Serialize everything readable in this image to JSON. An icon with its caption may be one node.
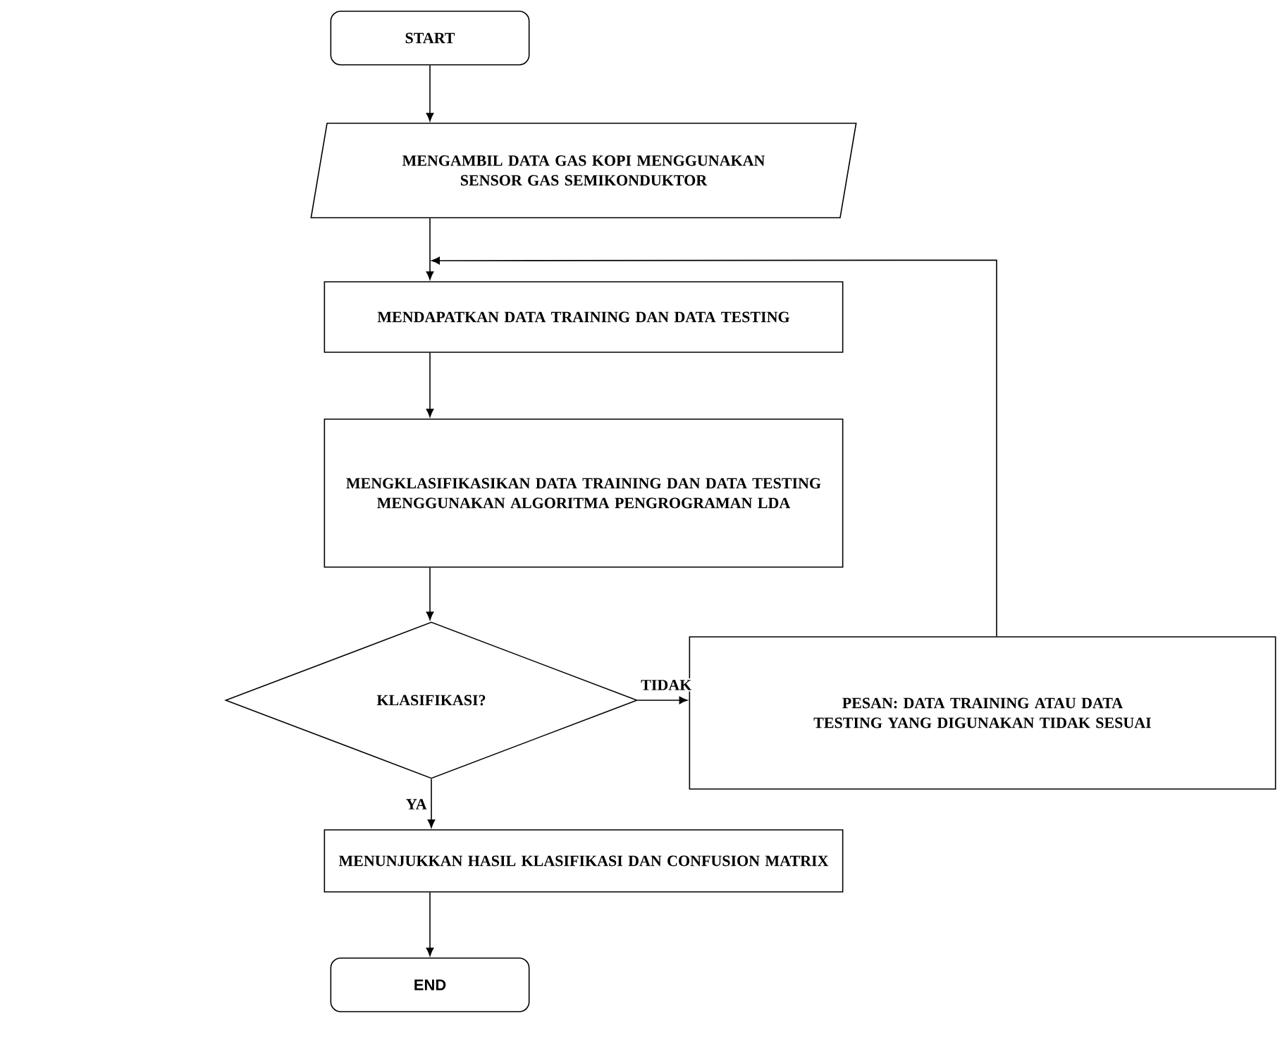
{
  "diagram": {
    "nodes": [
      {
        "text": [
          "START"
        ]
      },
      {
        "text": [
          "MENGAMBIL DATA GAS KOPI MENGGUNAKAN SENSOR GAS SEMIKONDUKTOR"
        ]
      },
      {
        "text": [
          "MENDAPATKAN DATA TRAINING DAN DATA TESTING"
        ]
      },
      {
        "text": [
          "MENGKLASIFIKASIKAN DATA TRAINING DAN DATA TESTING MENGGUNAKAN ALGORITMA PENGROGRAMAN LDA"
        ]
      },
      {
        "text": [
          "KLASIFIKASI?"
        ]
      },
      {
        "text": [
          "PESAN: DATA TRAINING ATAU DATA TESTING YANG DIGUNAKAN TIDAK SESUAI"
        ]
      },
      {
        "text": [
          "MENUNJUKKAN HASIL KLASIFIKASI DAN CONFUSION MATRIX"
        ]
      },
      {
        "text": [
          "END"
        ]
      }
    ],
    "edges": [
      {
        "from": 0,
        "to": 1,
        "arrow": "to"
      },
      {
        "from": 1,
        "to": 2,
        "arrow": "to"
      },
      {
        "from": 2,
        "to": 3,
        "arrow": "to"
      },
      {
        "from": 3,
        "to": 4,
        "arrow": "to"
      },
      {
        "from": 4,
        "to": 5,
        "arrow": "to",
        "label": "TIDAK"
      },
      {
        "from": 5,
        "to": 2,
        "arrow": "to"
      },
      {
        "from": 4,
        "to": 6,
        "arrow": "to",
        "label": "YA"
      },
      {
        "from": 6,
        "to": 7,
        "arrow": "to"
      }
    ]
  }
}
